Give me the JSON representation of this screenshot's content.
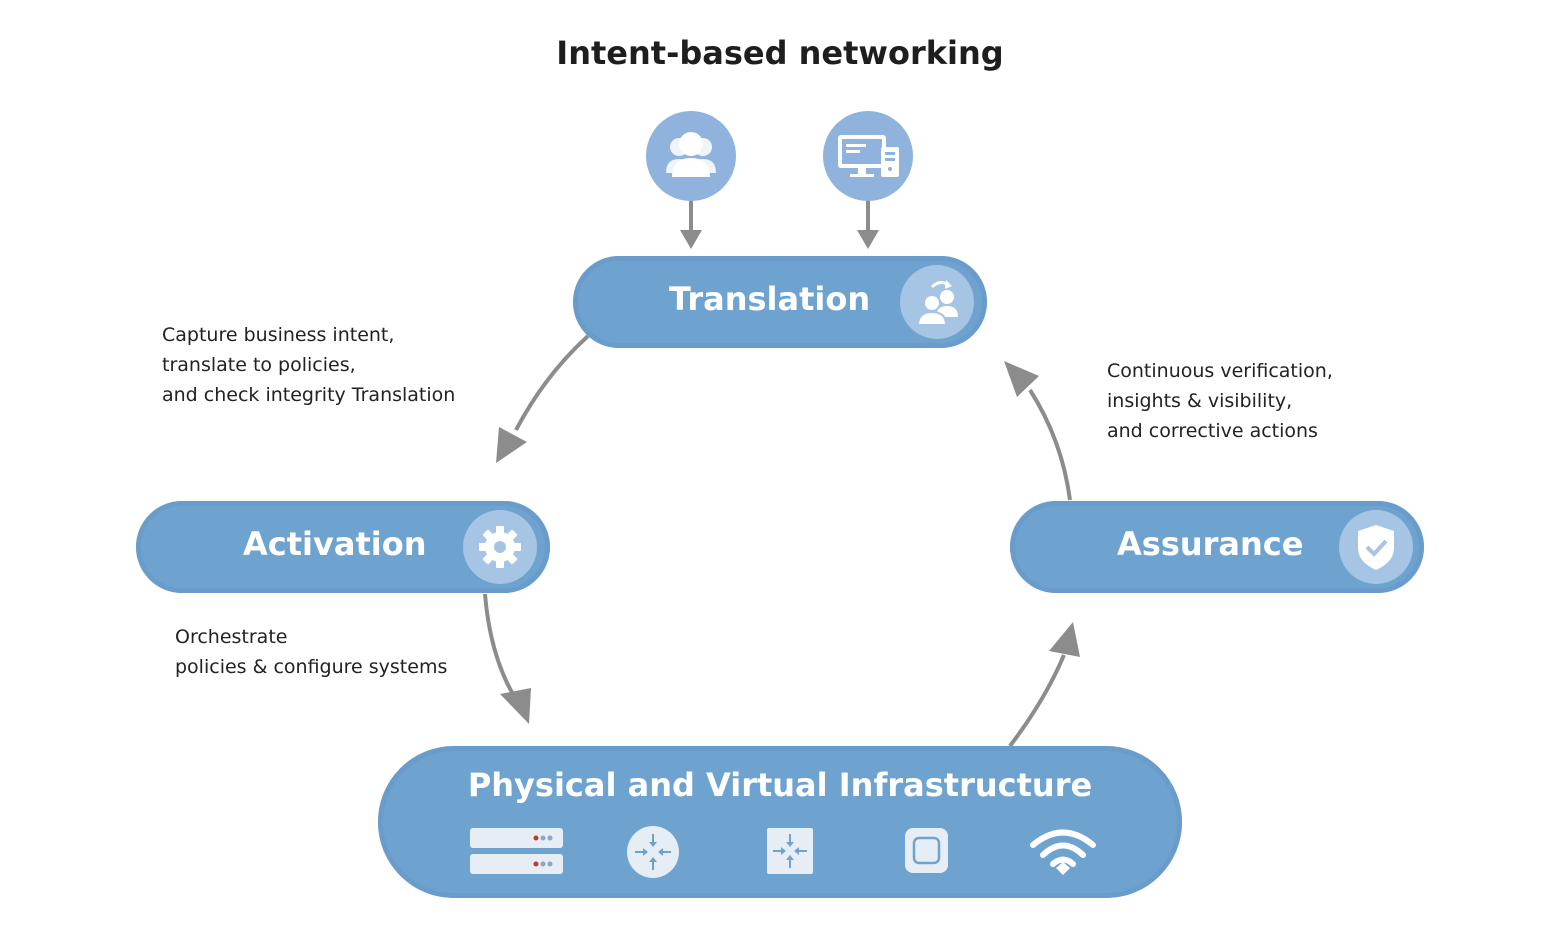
{
  "title": "Intent-based networking",
  "stages": {
    "translation": {
      "label": "Translation",
      "icon": "people-sync-icon"
    },
    "activation": {
      "label": "Activation",
      "icon": "gear-icon"
    },
    "assurance": {
      "label": "Assurance",
      "icon": "shield-check-icon"
    },
    "infrastructure": {
      "label": "Physical and Virtual Infrastructure",
      "icons": [
        "server-rack-icon",
        "router-icon",
        "switch-icon",
        "virtual-node-icon",
        "wifi-icon"
      ]
    }
  },
  "inputs": [
    "users-icon",
    "computer-icon"
  ],
  "notes": {
    "translation": [
      "Capture business intent,",
      "translate to policies,",
      "and check integrity Translation"
    ],
    "activation": [
      "Orchestrate",
      "policies & configure systems"
    ],
    "assurance": [
      "Continuous verification,",
      "insights & visibility,",
      "and corrective actions"
    ]
  },
  "colors": {
    "pill": "#6fa3cf",
    "icon_bg": "#a6c4e3",
    "top_icon_bg": "#8fb3dc",
    "arrow": "#8c8c8c"
  }
}
